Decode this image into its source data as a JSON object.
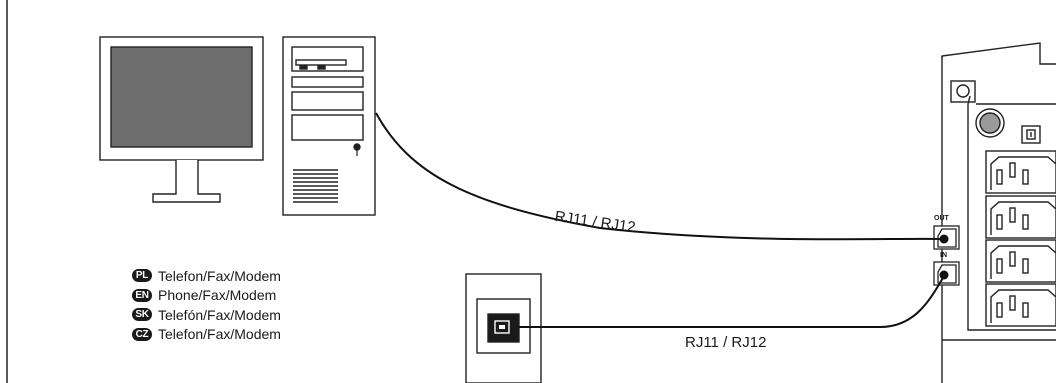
{
  "legend": [
    {
      "code": "PL",
      "text": "Telefon/Fax/Modem"
    },
    {
      "code": "EN",
      "text": "Phone/Fax/Modem"
    },
    {
      "code": "SK",
      "text": "Telefón/Fax/Modem"
    },
    {
      "code": "CZ",
      "text": "Telefon/Fax/Modem"
    }
  ],
  "cables": {
    "upper": "RJ11 / RJ12",
    "lower": "RJ11 / RJ12"
  },
  "ups_ports": {
    "out": "OUT",
    "in": "IN"
  }
}
